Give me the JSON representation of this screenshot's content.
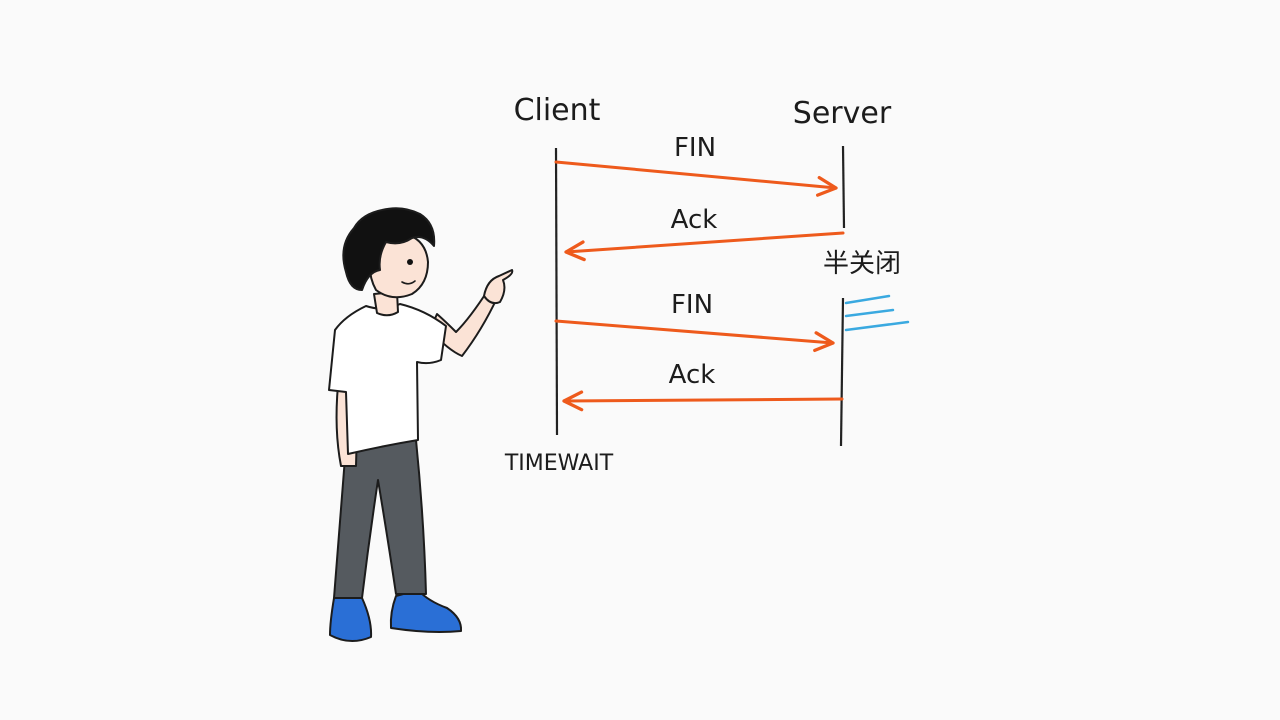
{
  "diagram": {
    "client_label": "Client",
    "server_label": "Server",
    "messages": [
      {
        "label": "FIN",
        "direction": "client-to-server"
      },
      {
        "label": "Ack",
        "direction": "server-to-client"
      },
      {
        "label": "FIN",
        "direction": "client-to-server"
      },
      {
        "label": "Ack",
        "direction": "server-to-client"
      }
    ],
    "half_close_label": "半关闭",
    "time_wait_label": "TIMEWAIT"
  },
  "colors": {
    "arrow": "#ee5a1c",
    "lifeline": "#222222",
    "accent_lines": "#3aa9e0",
    "shirt": "#ffffff",
    "pants": "#555a5f",
    "shoes": "#2a6fd6",
    "hair": "#111111",
    "skin": "#fbe3d6",
    "background": "#fafafa"
  },
  "icons": {
    "character": "person-pointing-illustration"
  }
}
